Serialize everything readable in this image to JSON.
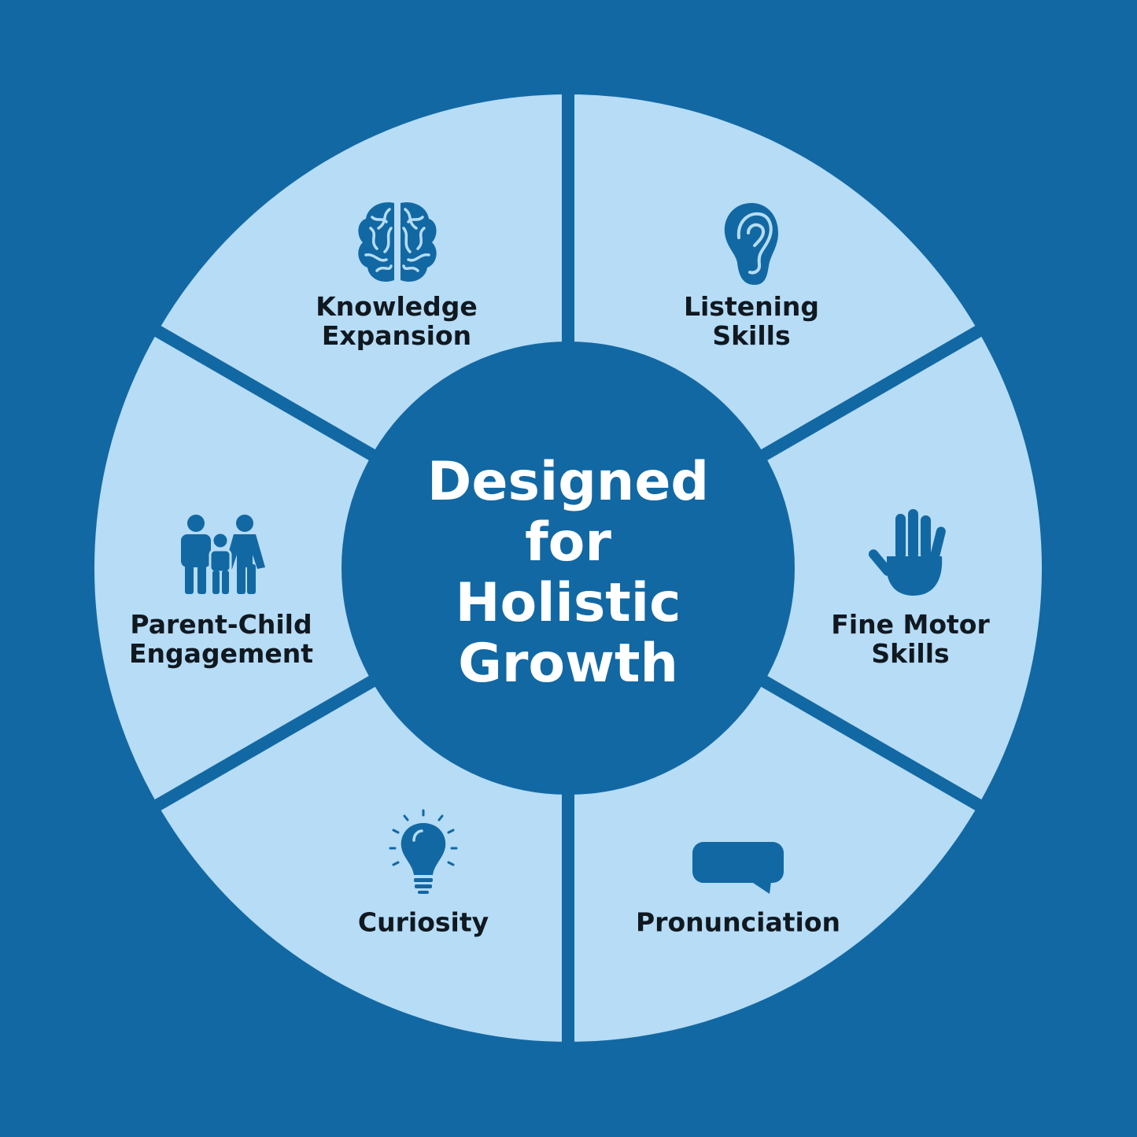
{
  "colors": {
    "background": "#1268a3",
    "segment": "#b6dcf6",
    "center": "#1268a3",
    "icon": "#1268a3",
    "label_text": "#101820",
    "center_text": "#ffffff"
  },
  "center": {
    "lines": [
      "Designed",
      "for",
      "Holistic",
      "Growth"
    ]
  },
  "segments": [
    {
      "icon": "brain-icon",
      "lines": [
        "Knowledge",
        "Expansion"
      ]
    },
    {
      "icon": "ear-icon",
      "lines": [
        "Listening",
        "Skills"
      ]
    },
    {
      "icon": "hand-icon",
      "lines": [
        "Fine Motor",
        "Skills"
      ]
    },
    {
      "icon": "speech-bubble-icon",
      "lines": [
        "Pronunciation"
      ]
    },
    {
      "icon": "lightbulb-icon",
      "lines": [
        "Curiosity"
      ]
    },
    {
      "icon": "family-icon",
      "lines": [
        "Parent-Child",
        "Engagement"
      ]
    }
  ]
}
